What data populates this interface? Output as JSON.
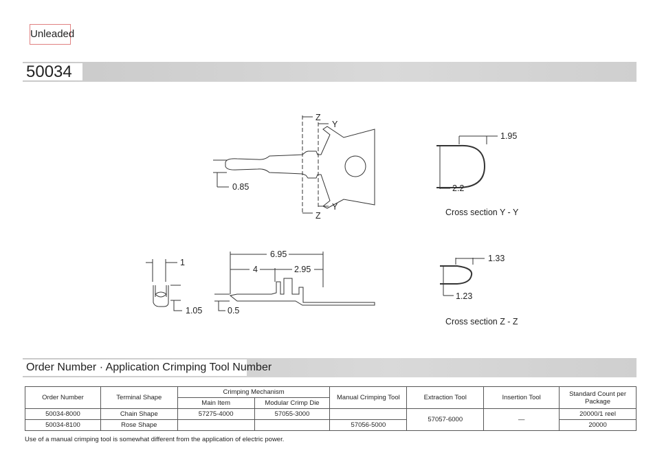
{
  "badge": "Unleaded",
  "part_number": "50034",
  "drawing": {
    "top_view": {
      "dim_width": "0.85",
      "section_z": "Z",
      "section_y": "Y"
    },
    "section_yy": {
      "width": "1.95",
      "height": "2.2",
      "caption": "Cross section Y - Y"
    },
    "section_zz": {
      "width": "1.33",
      "height": "1.23",
      "caption": "Cross section Z - Z"
    },
    "front_view": {
      "width": "1",
      "height": "1.05"
    },
    "side_view": {
      "total": "6.95",
      "front": "4",
      "rear": "2.95",
      "thickness": "0.5"
    }
  },
  "order_section_title": "Order Number · Application Crimping Tool Number",
  "table": {
    "headers": {
      "order_number": "Order Number",
      "terminal_shape": "Terminal Shape",
      "crimping_mechanism": "Crimping Mechanism",
      "main_item": "Main Item",
      "modular_crimp_die": "Modular Crimp Die",
      "manual_crimping_tool": "Manual Crimping Tool",
      "extraction_tool": "Extraction Tool",
      "insertion_tool": "Insertion Tool",
      "standard_count": "Standard Count per Package"
    },
    "rows": [
      {
        "order_number": "50034-8000",
        "terminal_shape": "Chain Shape",
        "main_item": "57275-4000",
        "modular_crimp_die": "57055-3000",
        "manual_crimping_tool": "",
        "standard_count": "20000/1 reel"
      },
      {
        "order_number": "50034-8100",
        "terminal_shape": "Rose Shape",
        "main_item": "",
        "modular_crimp_die": "",
        "manual_crimping_tool": "57056-5000",
        "standard_count": "20000"
      }
    ],
    "extraction_tool": "57057-6000",
    "insertion_tool": "—"
  },
  "note": "Use of a manual crimping tool is somewhat different from the application of electric power."
}
